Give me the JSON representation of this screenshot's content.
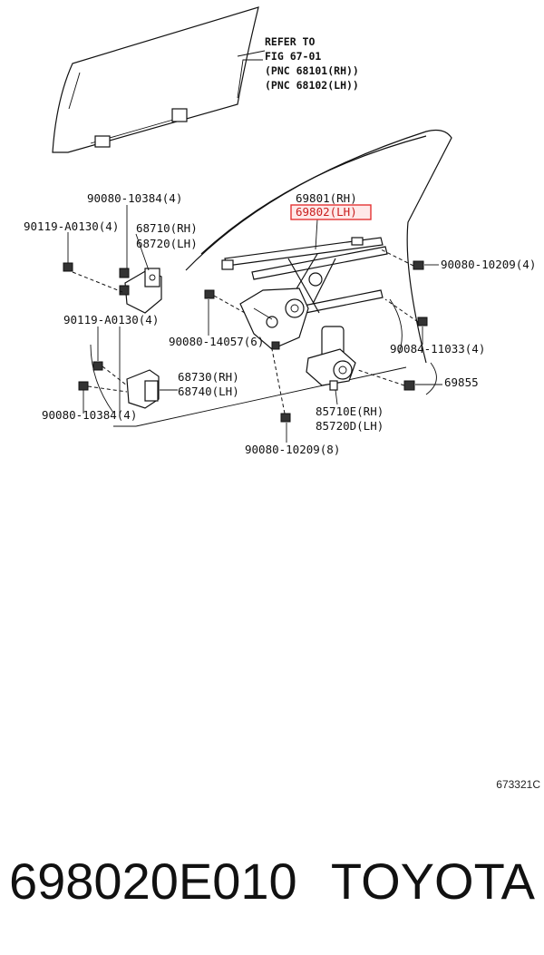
{
  "refer": {
    "line1": "REFER TO",
    "line2": "FIG 67-01",
    "line3": "(PNC 68101(RH))",
    "line4": "(PNC 68102(LH))"
  },
  "labels": {
    "p90080_10384_top": "90080-10384(4)",
    "p90119_a0130_top": "90119-A0130(4)",
    "p68710": "68710(RH)",
    "p68720": "68720(LH)",
    "p69801": "69801(RH)",
    "p69802": "69802(LH)",
    "p90080_10209_right": "90080-10209(4)",
    "p90119_a0130_mid": "90119-A0130(4)",
    "p90080_14057": "90080-14057(6)",
    "p90084_11033": "90084-11033(4)",
    "p68730": "68730(RH)",
    "p68740": "68740(LH)",
    "p69855": "69855",
    "p90080_10384_bottom": "90080-10384(4)",
    "p85710e": "85710E(RH)",
    "p85720d": "85720D(LH)",
    "p90080_10209_bottom": "90080-10209(8)"
  },
  "highlight_color": "#e43333",
  "figure_code": "673321C",
  "footer": {
    "part_number": "698020E010",
    "brand": "TOYOTA"
  }
}
